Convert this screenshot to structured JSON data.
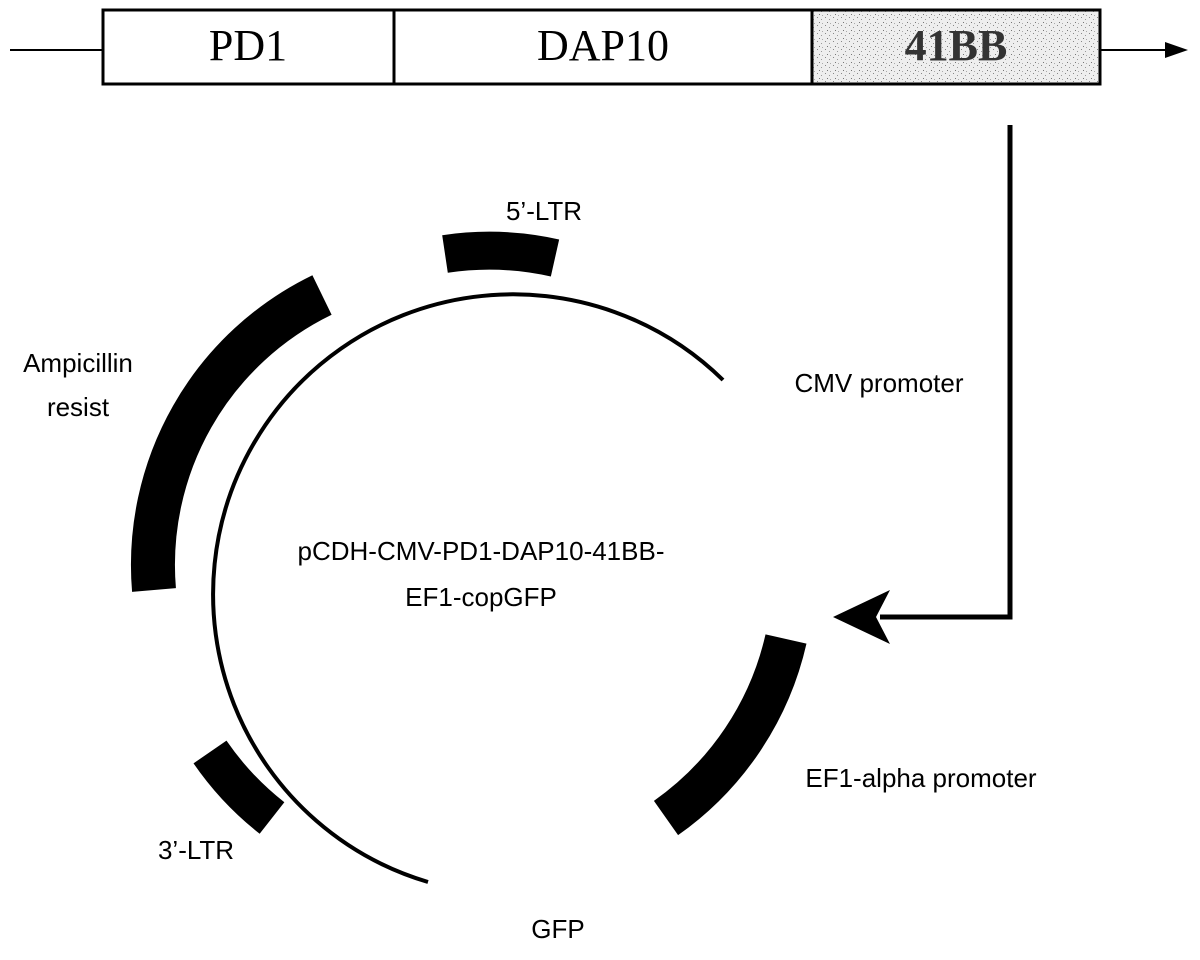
{
  "construct": {
    "segments": [
      {
        "label": "PD1"
      },
      {
        "label": "DAP10"
      },
      {
        "label": "41BB"
      }
    ]
  },
  "plasmid": {
    "name_line1": "pCDH-CMV-PD1-DAP10-41BB-",
    "name_line2": "EF1-copGFP",
    "features": {
      "ltr5": "5’-LTR",
      "ampicillin_line1": "Ampicillin",
      "ampicillin_line2": "resist",
      "ltr3": "3’-LTR",
      "gfp": "GFP",
      "ef1": "EF1-alpha promoter",
      "cmv": "CMV promoter"
    }
  },
  "colors": {
    "ink": "#000000",
    "segment_fill": "#ffffff",
    "speckled_fill": "#e6e6e6"
  }
}
